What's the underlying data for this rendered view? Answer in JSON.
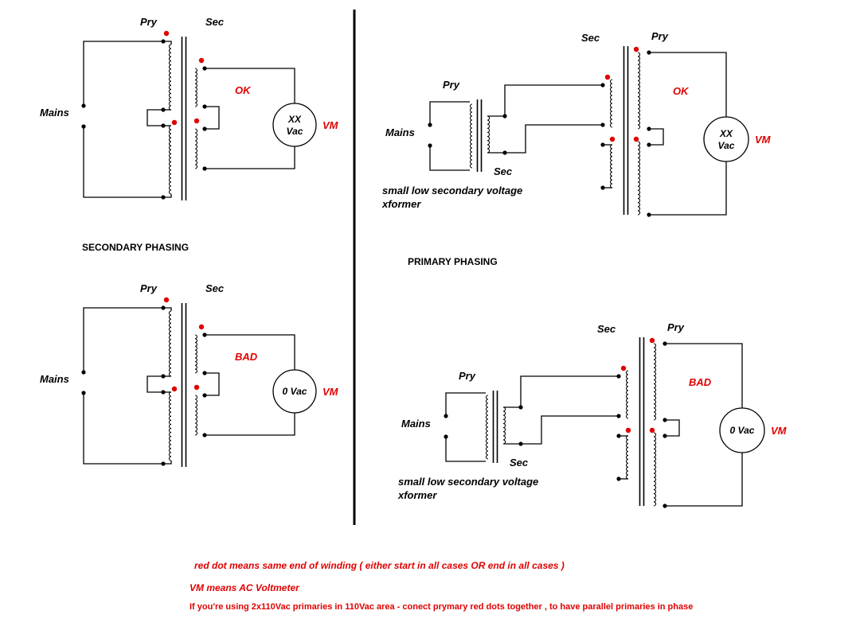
{
  "diagram": {
    "labels": {
      "primary": "Pry",
      "secondary": "Sec",
      "mains": "Mains",
      "voltmeter": "VM",
      "ok": "OK",
      "bad": "BAD",
      "reading_ok_top": "XX",
      "reading_ok_bottom": "Vac",
      "reading_bad": "0 Vac",
      "aux_transformer_line1": "small low secondary voltage",
      "aux_transformer_line2": "xformer"
    },
    "sections": {
      "secondary_phasing": "SECONDARY PHASING",
      "primary_phasing": "PRIMARY PHASING"
    },
    "notes": {
      "red_dot": "red dot means same end of winding ( either start in all cases OR end in all cases )",
      "vm": "VM means AC Voltmeter",
      "parallel": "If you're using 2x110Vac primaries in 110Vac area - conect prymary red dots together , to have parallel primaries in phase"
    },
    "colors": {
      "ink": "#000000",
      "dot_and_note": "#e00000",
      "background": "#ffffff"
    }
  }
}
